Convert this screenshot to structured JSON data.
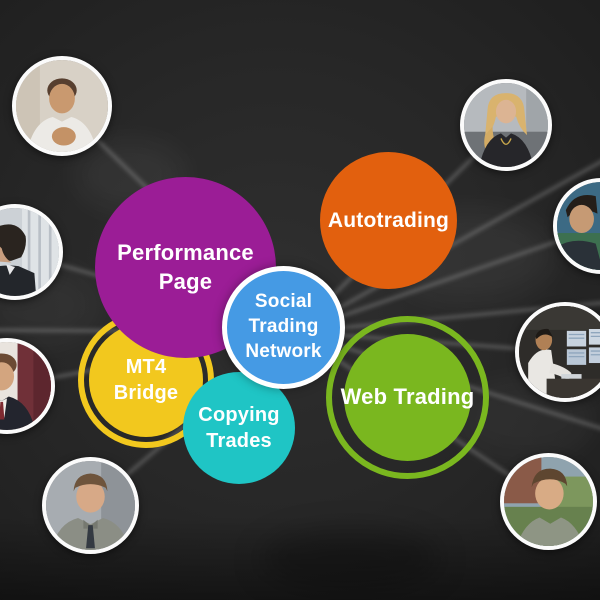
{
  "diagram": {
    "title": "Social Trading Network",
    "center_node": {
      "id": "social-trading-network",
      "label": "Social Trading Network",
      "color": "#459ae4",
      "border_color": "#ffffff"
    },
    "nodes": [
      {
        "id": "performance-page",
        "label": "Performance Page",
        "color": "#9b1d96"
      },
      {
        "id": "autotrading",
        "label": "Autotrading",
        "color": "#e2600e"
      },
      {
        "id": "mt4-bridge",
        "label": "MT4 Bridge",
        "color": "#f2c81e",
        "ring_color": "#f2c81e"
      },
      {
        "id": "copying-trades",
        "label": "Copying Trades",
        "color": "#1fc5c5"
      },
      {
        "id": "web-trading",
        "label": "Web Trading",
        "color": "#7ab71f",
        "ring_color": "#7ab71f"
      }
    ],
    "avatars": [
      {
        "id": "man-white-shirt"
      },
      {
        "id": "man-profile-dark-suit"
      },
      {
        "id": "man-dark-suit-red-backdrop"
      },
      {
        "id": "man-gray-shirt-tie"
      },
      {
        "id": "blonde-woman-office"
      },
      {
        "id": "man-dark-hair-blue-backdrop"
      },
      {
        "id": "trader-at-monitors"
      },
      {
        "id": "young-man-outdoor"
      }
    ],
    "colors": {
      "background": "#272727",
      "connector_line": "#ffffff",
      "text": "#ffffff"
    }
  }
}
